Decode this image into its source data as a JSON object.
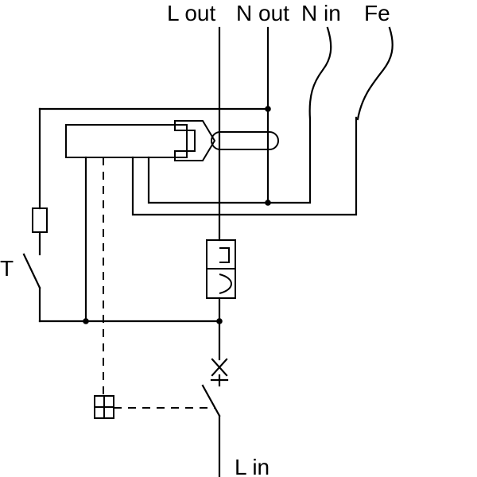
{
  "labels": {
    "l_out": "L out",
    "n_out": "N out",
    "n_in": "N in",
    "fe": "Fe",
    "t": "T",
    "l_in": "L in"
  },
  "colors": {
    "line": "#000000",
    "background": "#ffffff"
  }
}
